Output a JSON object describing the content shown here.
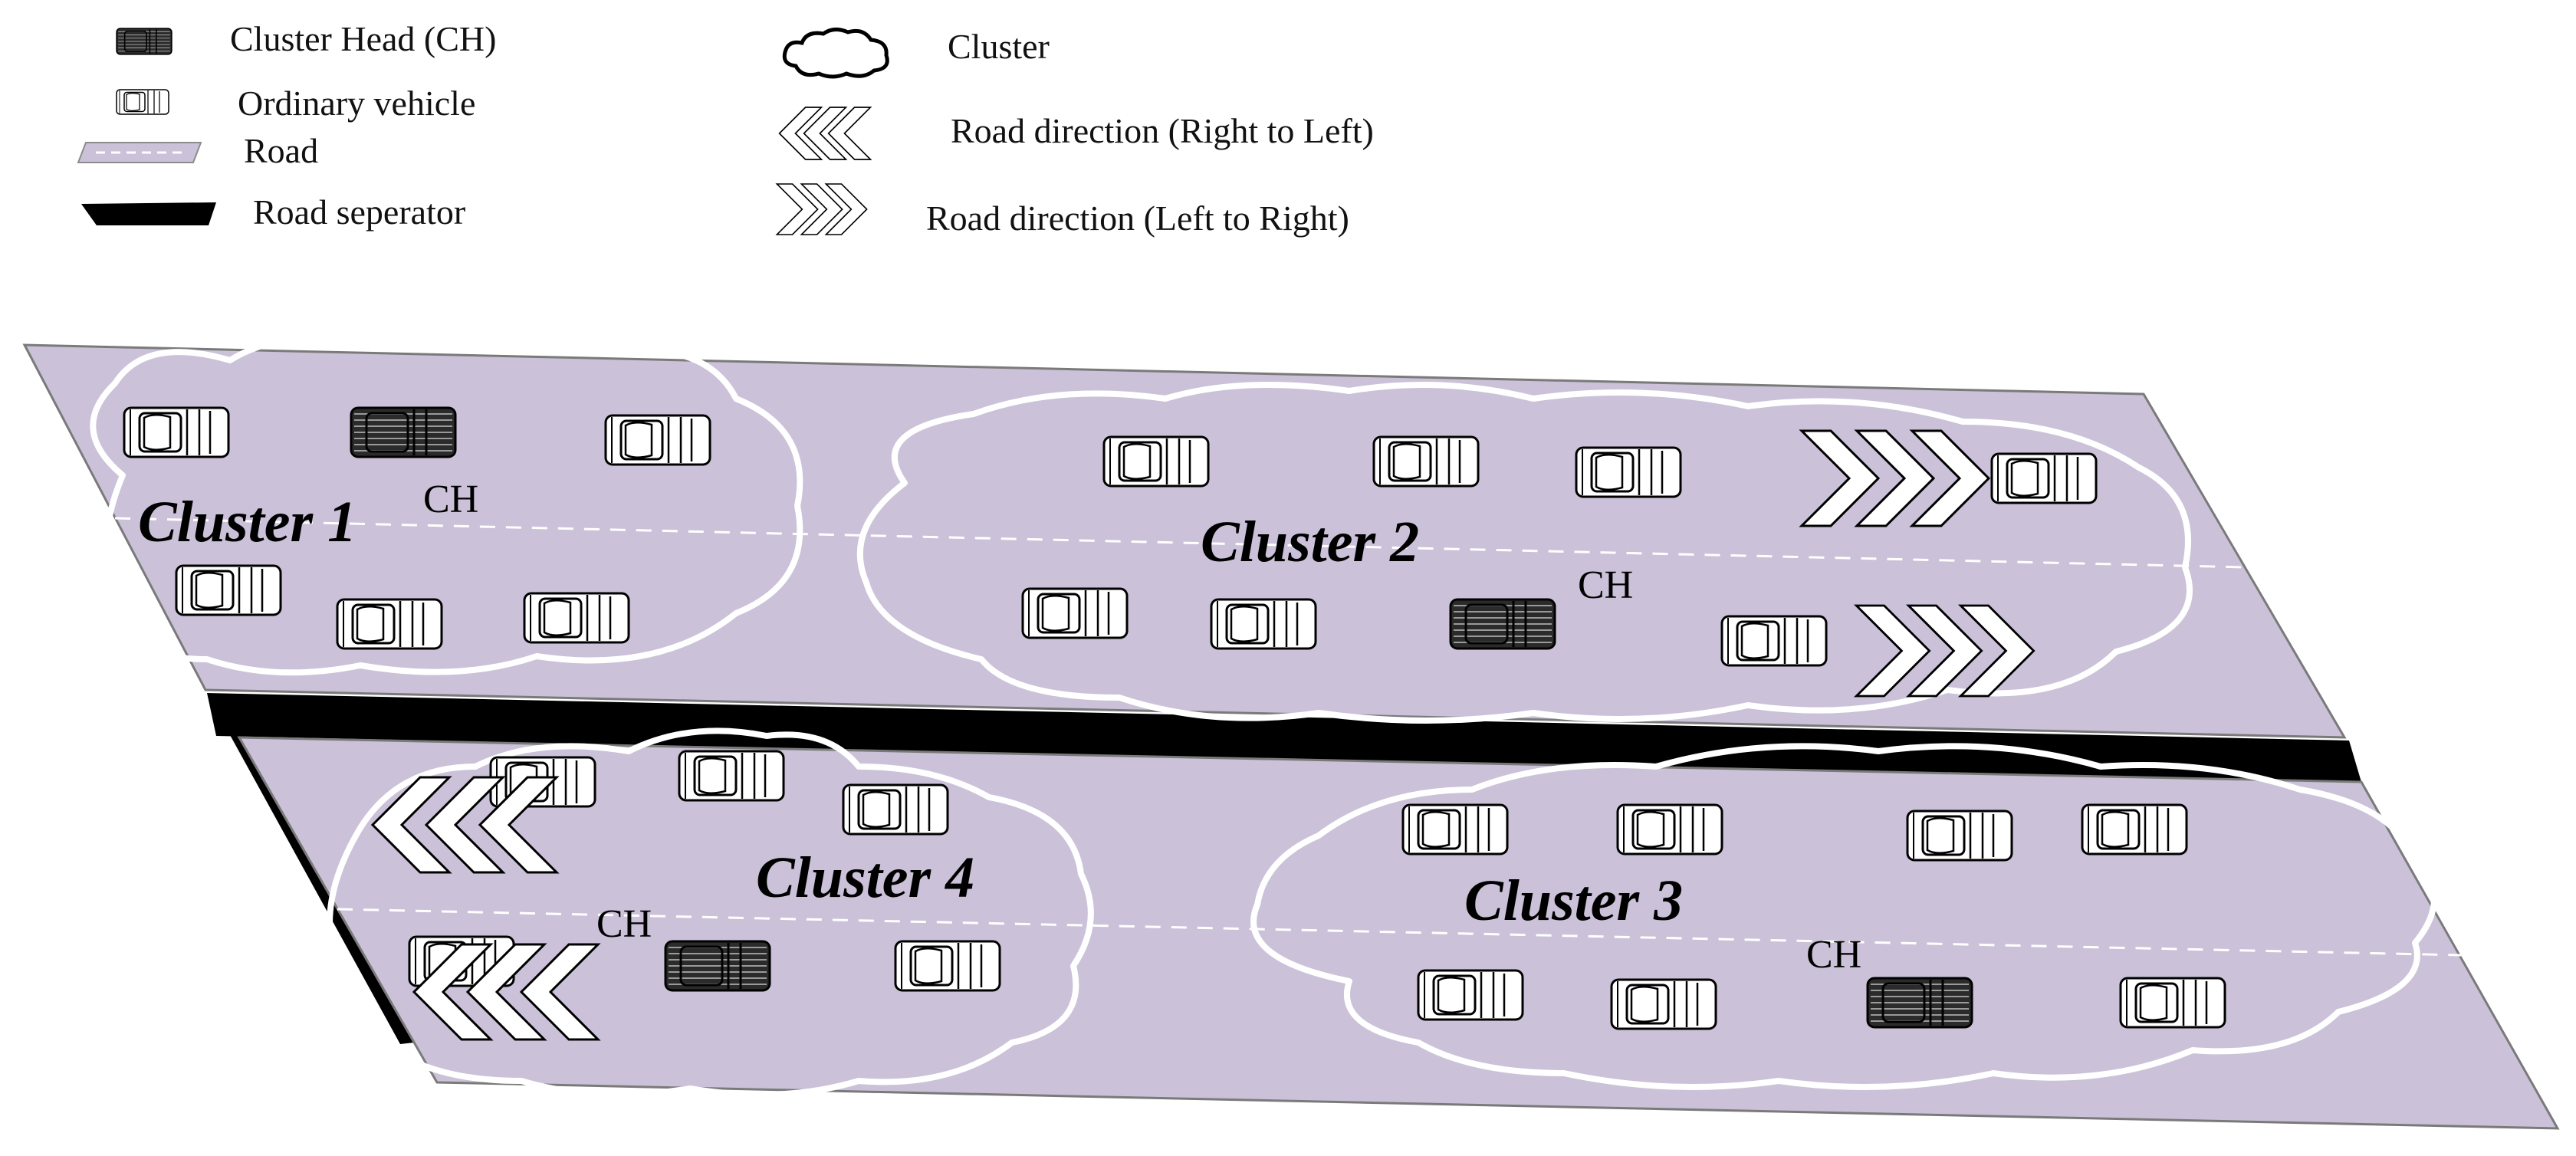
{
  "legend": {
    "cluster_head": "Cluster Head (CH)",
    "ordinary_vehicle": "Ordinary vehicle",
    "road": "Road",
    "road_separator": "Road seperator",
    "cluster": "Cluster",
    "direction_rtl": "Road direction (Right to Left)",
    "direction_ltr": "Road direction (Left to Right)"
  },
  "clusters": {
    "c1": {
      "label": "Cluster 1",
      "ch": "CH"
    },
    "c2": {
      "label": "Cluster 2",
      "ch": "CH"
    },
    "c3": {
      "label": "Cluster 3",
      "ch": "CH"
    },
    "c4": {
      "label": "Cluster 4",
      "ch": "CH"
    }
  },
  "colors": {
    "road": "#cbc1d8",
    "separator": "#000000",
    "cluster_outline": "#ffffff",
    "cluster_head": "#2b2b2b",
    "vehicle": "#ffffff"
  }
}
